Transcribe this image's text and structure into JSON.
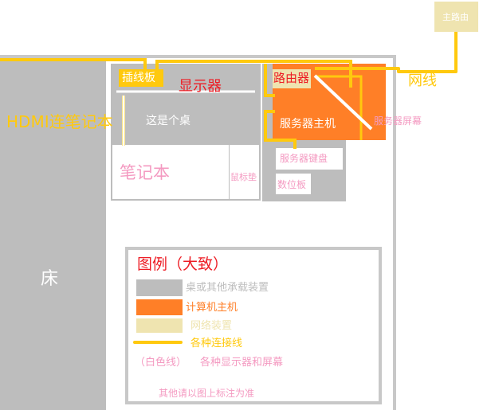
{
  "colors": {
    "furniture": "#bdbdbd",
    "computer": "#ff7f27",
    "network": "#efe4b0",
    "connection_line": "#ffc90e",
    "red_text": "#ed1c24",
    "pink_text": "#f49ac1",
    "white_line": "#ffffff"
  },
  "labels": {
    "main_router": "主路由",
    "network_cable": "网线",
    "hdmi": "HDMI连笔记本",
    "power_strip": "插线板",
    "monitor": "显示器",
    "router": "路由器",
    "desk": "这是个桌",
    "server_host": "服务器主机",
    "server_screen": "服务器屏幕",
    "laptop": "笔记本",
    "mouse_pad": "鼠标垫",
    "server_keyboard": "服务器键盘",
    "tablet": "数位板",
    "bed": "床"
  },
  "legend": {
    "title": "图例（大致）",
    "items": [
      {
        "swatch": "furniture",
        "label": "桌或其他承载装置"
      },
      {
        "swatch": "computer",
        "label": "计算机主机"
      },
      {
        "swatch": "network",
        "label": "网络装置"
      },
      {
        "swatch": "connection_line",
        "label": "各种连接线"
      }
    ],
    "white_line_key": "（白色线）",
    "white_line_label": "各种显示器和屏幕",
    "note": "其他请以图上标注为准"
  }
}
